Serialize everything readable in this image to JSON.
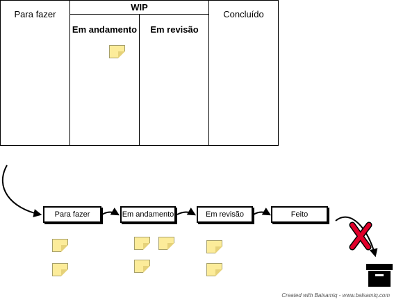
{
  "board": {
    "columns": {
      "todo": "Para fazer",
      "wip": "WIP",
      "done": "Concluído"
    },
    "wip_sub": {
      "in_progress": "Em andamento",
      "review": "Em revisão"
    }
  },
  "flow": {
    "stages": [
      "Para fazer",
      "Em andamento",
      "Em revisão",
      "Feito"
    ]
  },
  "footer": "Created with Balsamiq - www.balsamiq.com",
  "colors": {
    "note": "#fcec9a",
    "reject": "#e1002b",
    "ink": "#000000"
  },
  "icons": {
    "reject": "x-icon",
    "archive": "archive-box-icon"
  }
}
